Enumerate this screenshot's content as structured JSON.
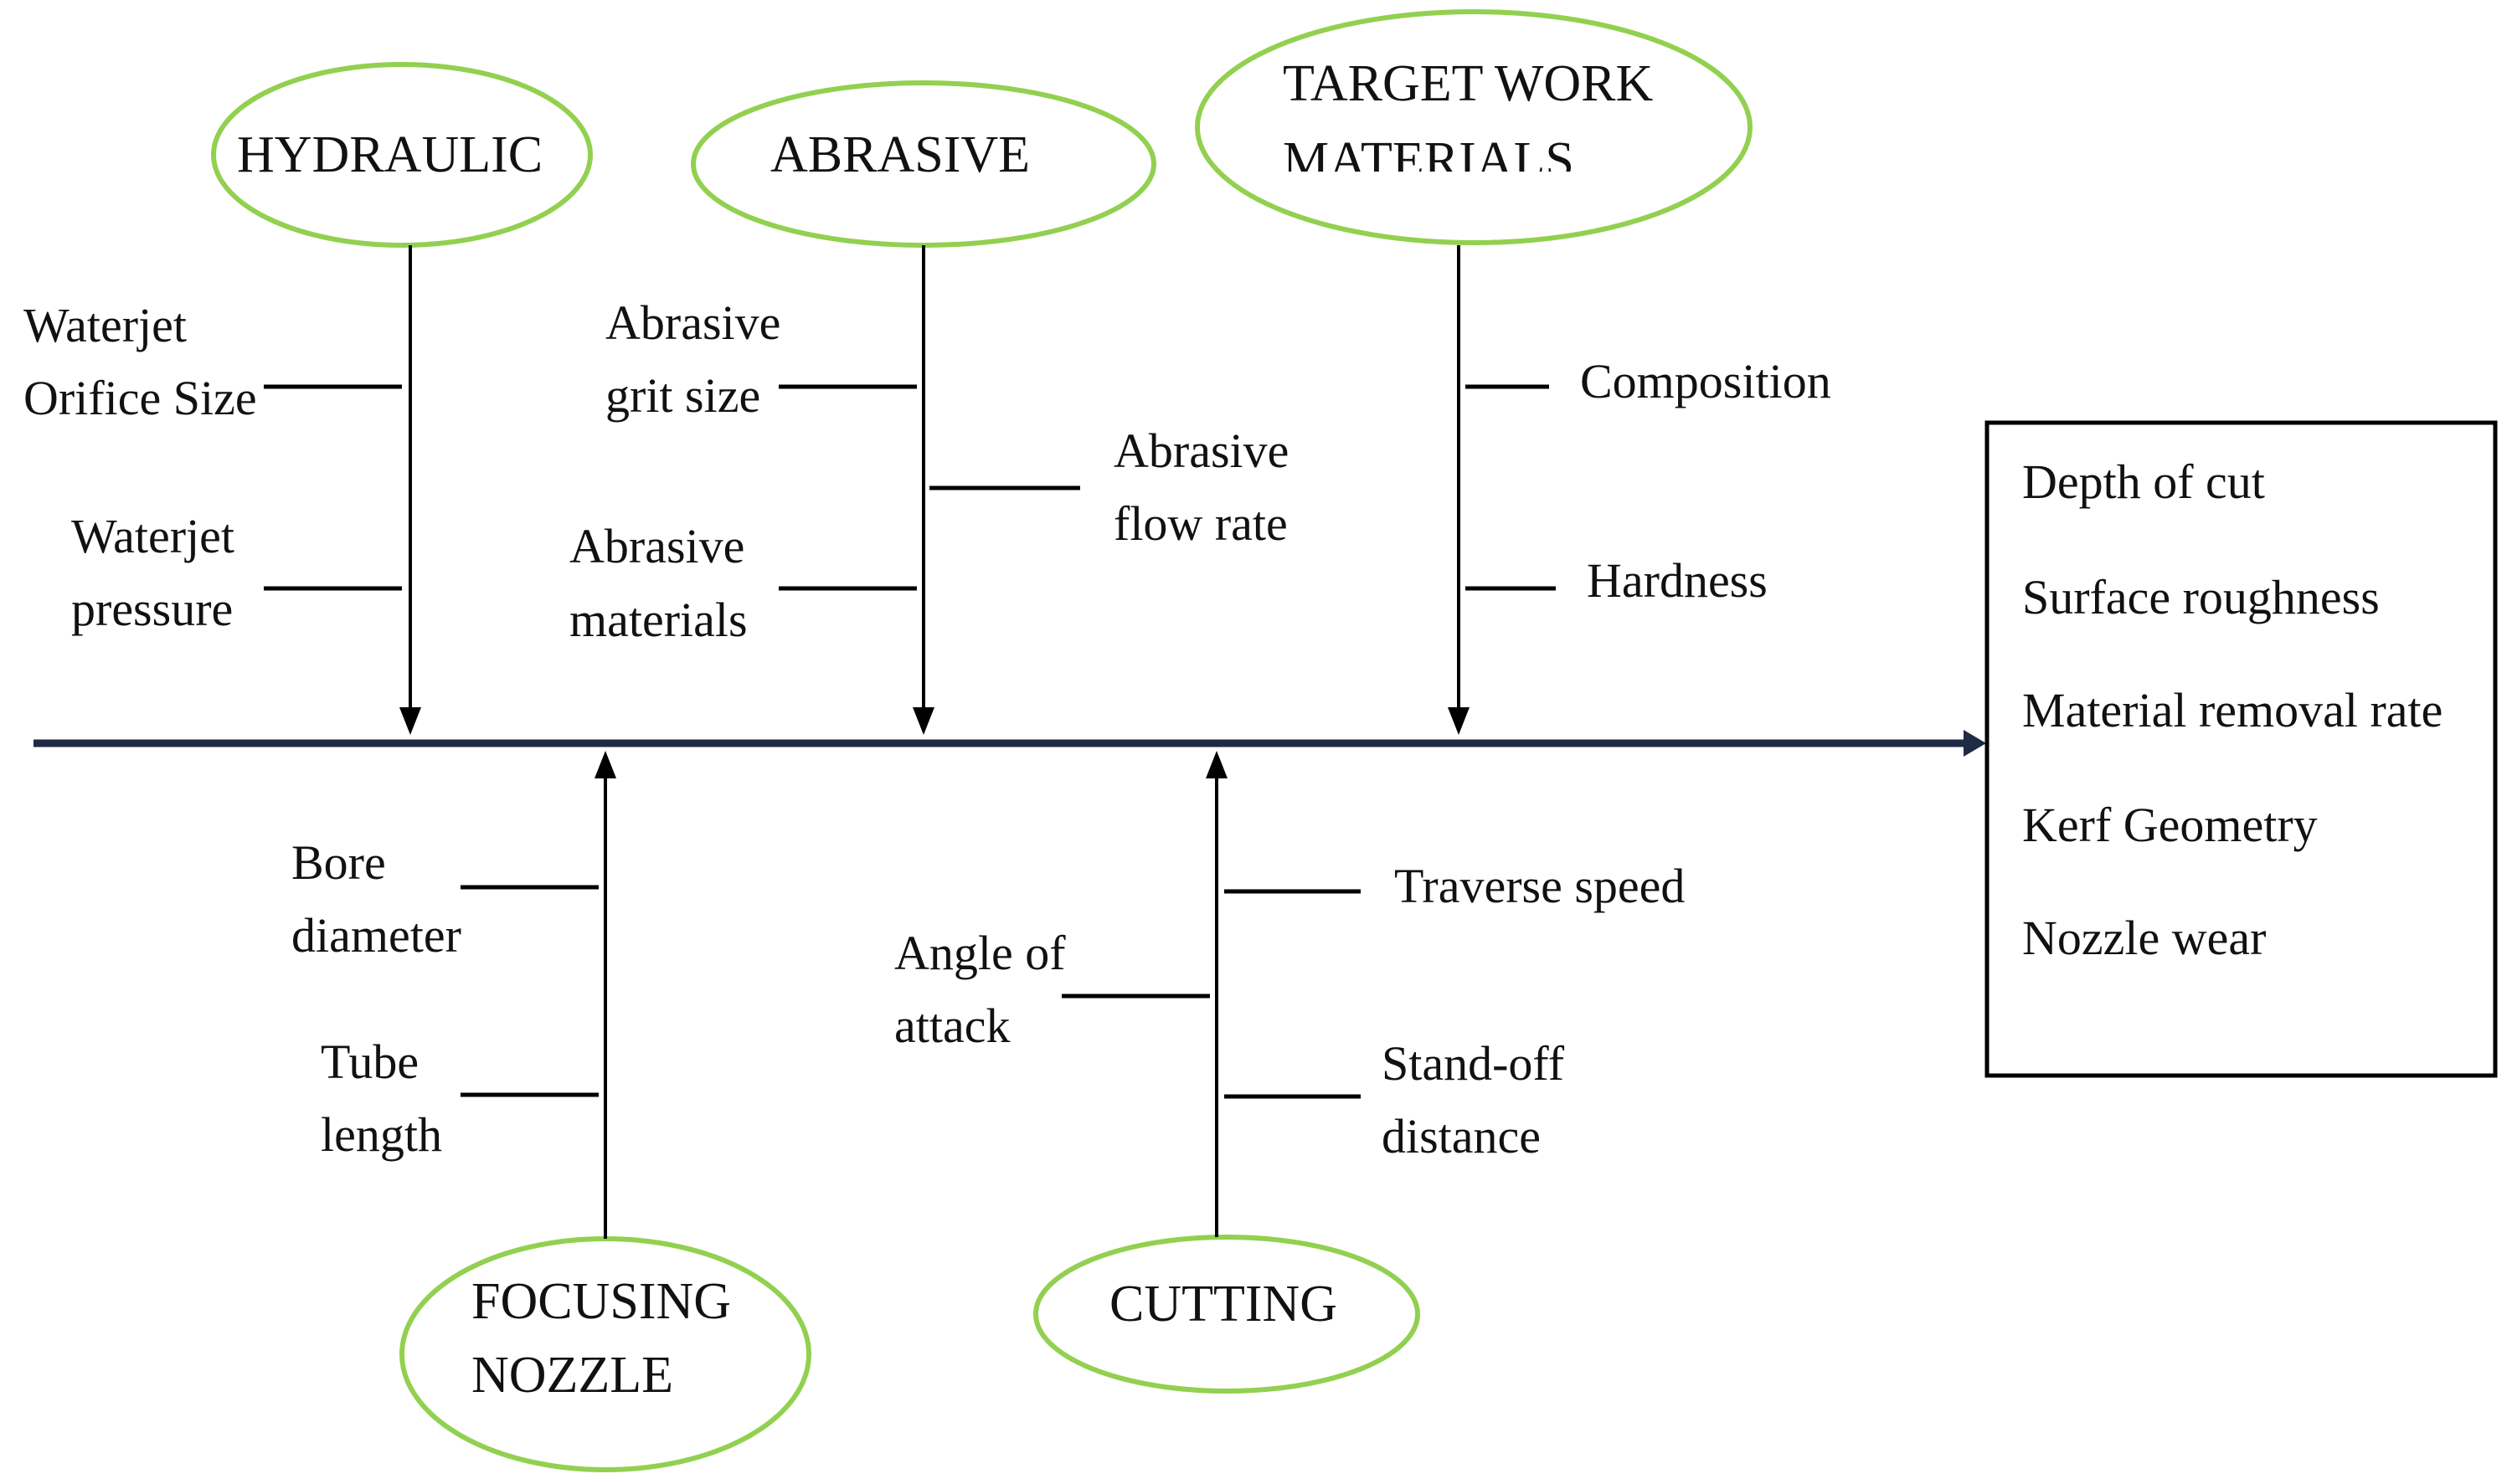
{
  "colors": {
    "ellipse_stroke": "#92d050",
    "spine": "#1f2a44",
    "line": "#000000",
    "text": "#111111"
  },
  "categories": {
    "hydraulic": {
      "label": [
        "HYDRAULIC"
      ],
      "causes": [
        [
          "Waterjet",
          "Orifice Size"
        ],
        [
          "Waterjet",
          "pressure"
        ]
      ]
    },
    "abrasive": {
      "label": [
        "ABRASIVE"
      ],
      "causes": [
        [
          "Abrasive",
          "grit size"
        ],
        [
          "Abrasive",
          "flow rate"
        ],
        [
          "Abrasive",
          "materials"
        ]
      ]
    },
    "target": {
      "label": [
        "TARGET WORK",
        "MATERIALS"
      ],
      "causes": [
        [
          "Composition"
        ],
        [
          "Hardness"
        ]
      ]
    },
    "focusing": {
      "label": [
        "FOCUSING",
        "NOZZLE"
      ],
      "causes": [
        [
          "Bore",
          "diameter"
        ],
        [
          "Tube",
          "length"
        ]
      ]
    },
    "cutting": {
      "label": [
        "CUTTING"
      ],
      "causes": [
        [
          "Traverse speed"
        ],
        [
          "Angle of",
          "attack"
        ],
        [
          "Stand-off",
          "distance"
        ]
      ]
    }
  },
  "effects": [
    "Depth of cut",
    "Surface roughness",
    "Material removal rate",
    "Kerf Geometry",
    "Nozzle wear"
  ]
}
